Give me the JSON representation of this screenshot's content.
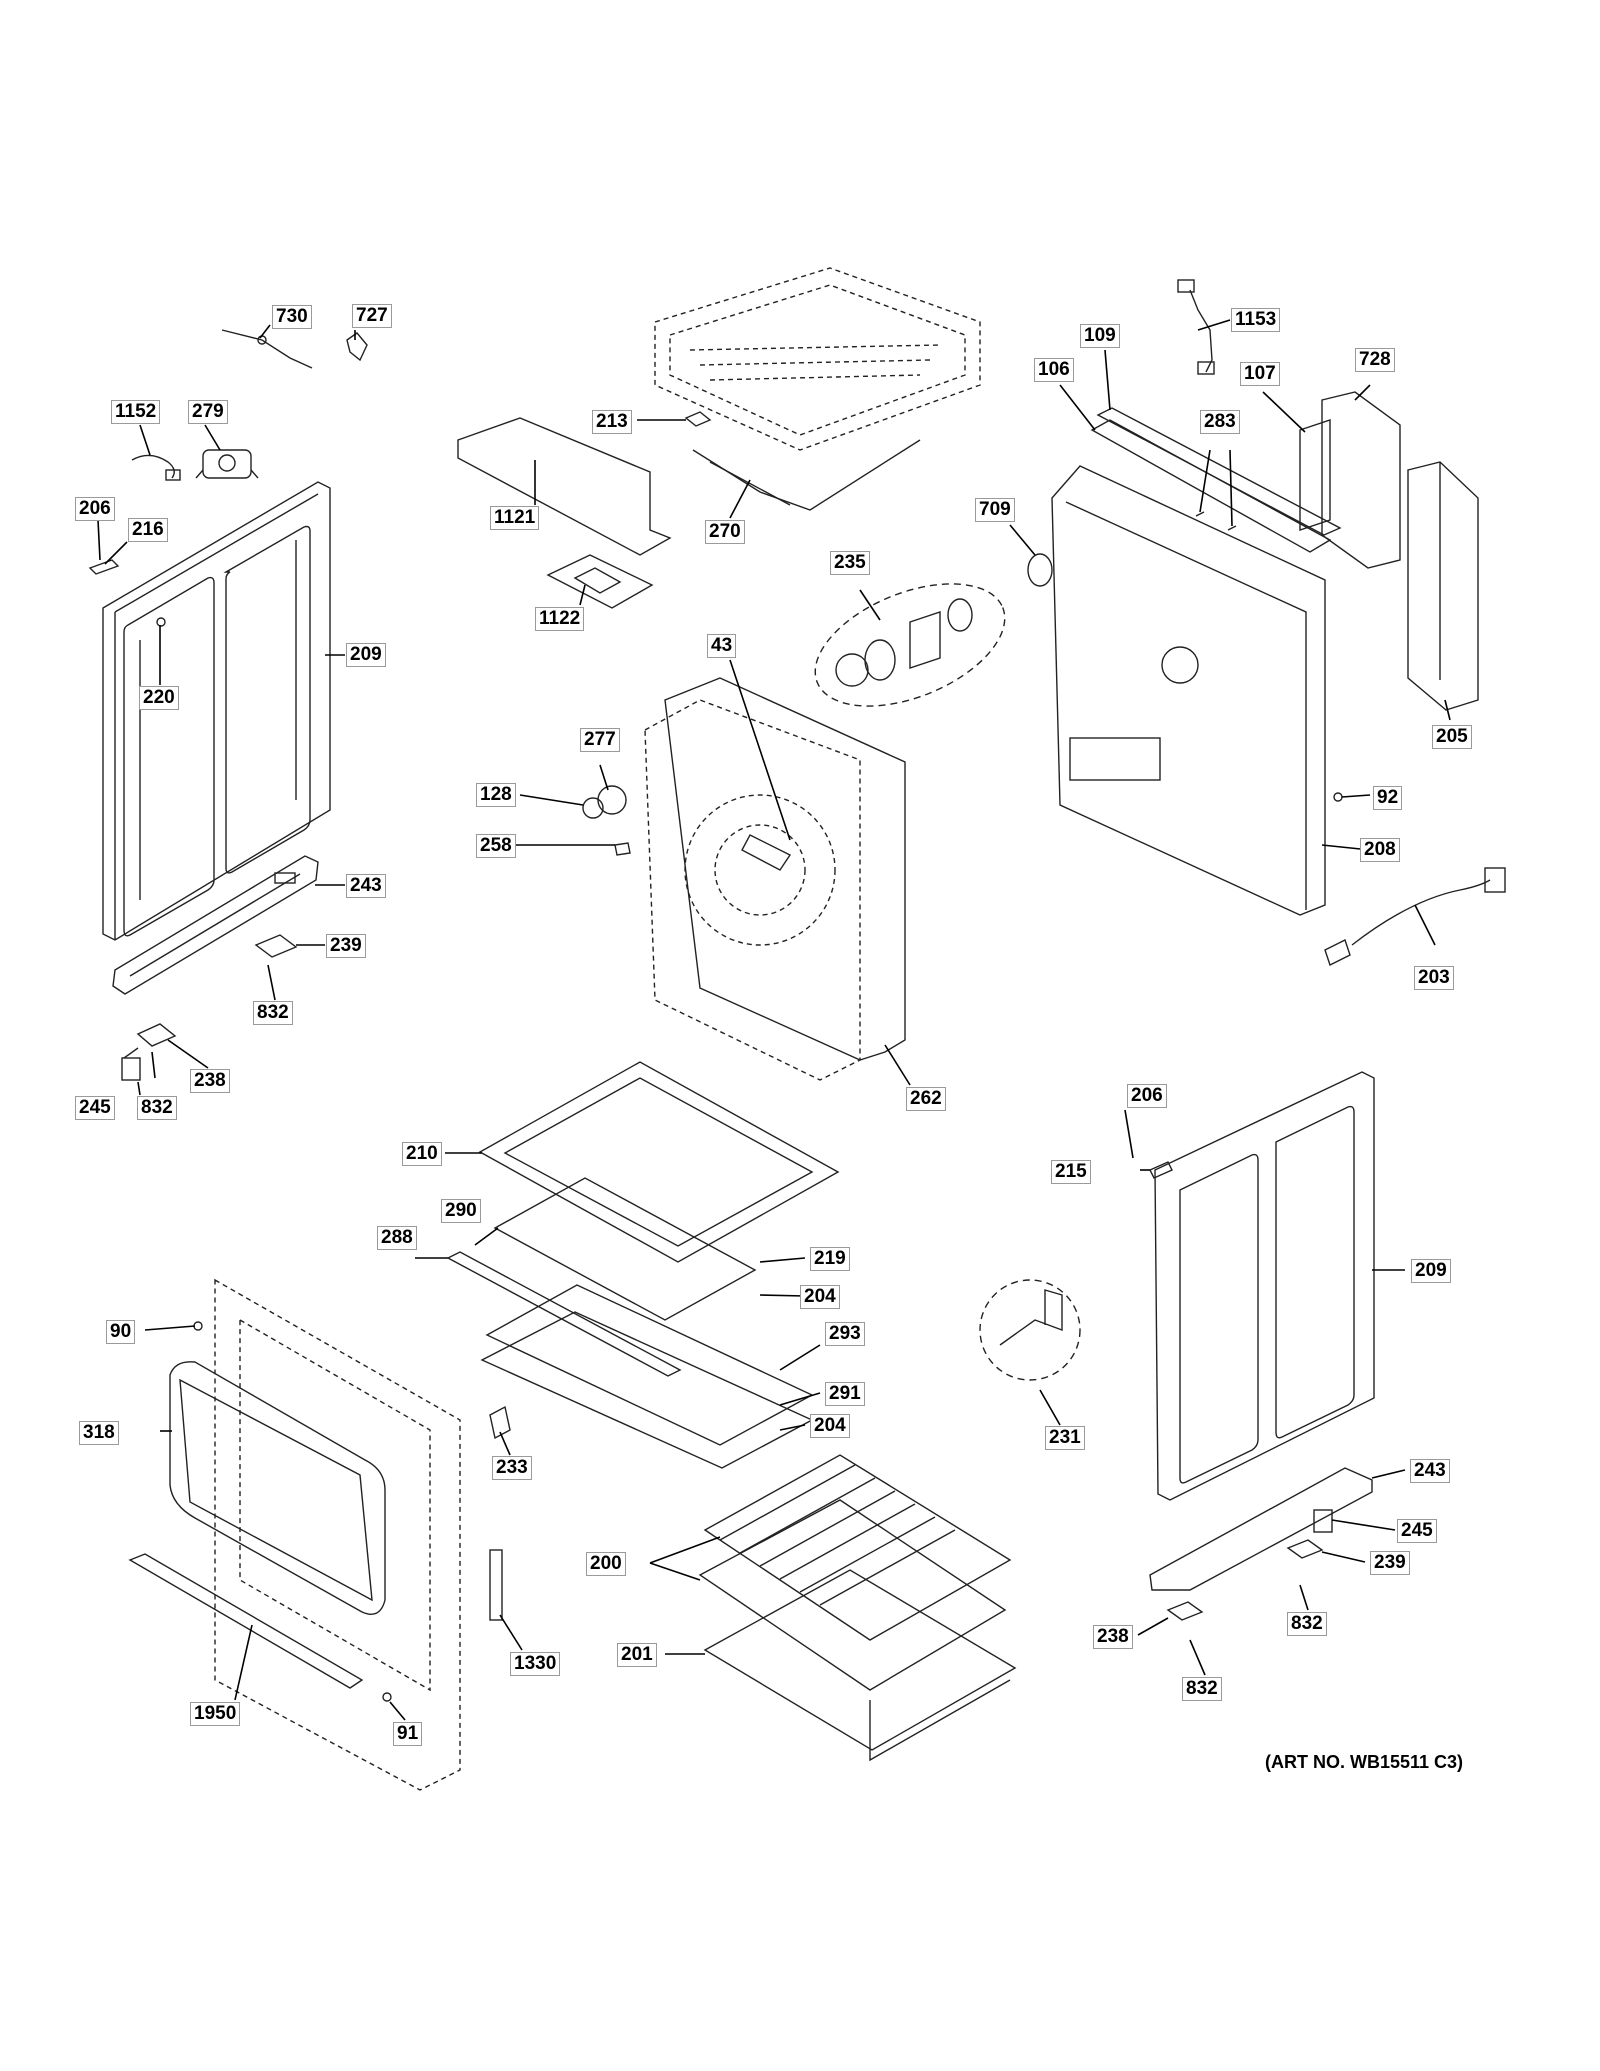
{
  "labels": {
    "p730": "730",
    "p727": "727",
    "p1152": "1152",
    "p279": "279",
    "p206a": "206",
    "p216": "216",
    "p220": "220",
    "p209a": "209",
    "p243a": "243",
    "p239a": "239",
    "p832a": "832",
    "p245a": "245",
    "p832b": "832",
    "p238a": "238",
    "p213": "213",
    "p1121": "1121",
    "p270": "270",
    "p1122": "1122",
    "p43": "43",
    "p235": "235",
    "p277": "277",
    "p128": "128",
    "p258": "258",
    "p262": "262",
    "p1153": "1153",
    "p109": "109",
    "p106": "106",
    "p107": "107",
    "p728": "728",
    "p283": "283",
    "p709": "709",
    "p205": "205",
    "p92": "92",
    "p208": "208",
    "p203": "203",
    "p210": "210",
    "p290": "290",
    "p288": "288",
    "p219": "219",
    "p204a": "204",
    "p293": "293",
    "p291": "291",
    "p204b": "204",
    "p233": "233",
    "p90": "90",
    "p318": "318",
    "p1330": "1330",
    "p1950": "1950",
    "p91": "91",
    "p200": "200",
    "p201": "201",
    "p206b": "206",
    "p215": "215",
    "p209b": "209",
    "p231": "231",
    "p243b": "243",
    "p245b": "245",
    "p239b": "239",
    "p832c": "832",
    "p238b": "238",
    "p832d": "832"
  },
  "art_number": "(ART NO. WB15511 C3)"
}
